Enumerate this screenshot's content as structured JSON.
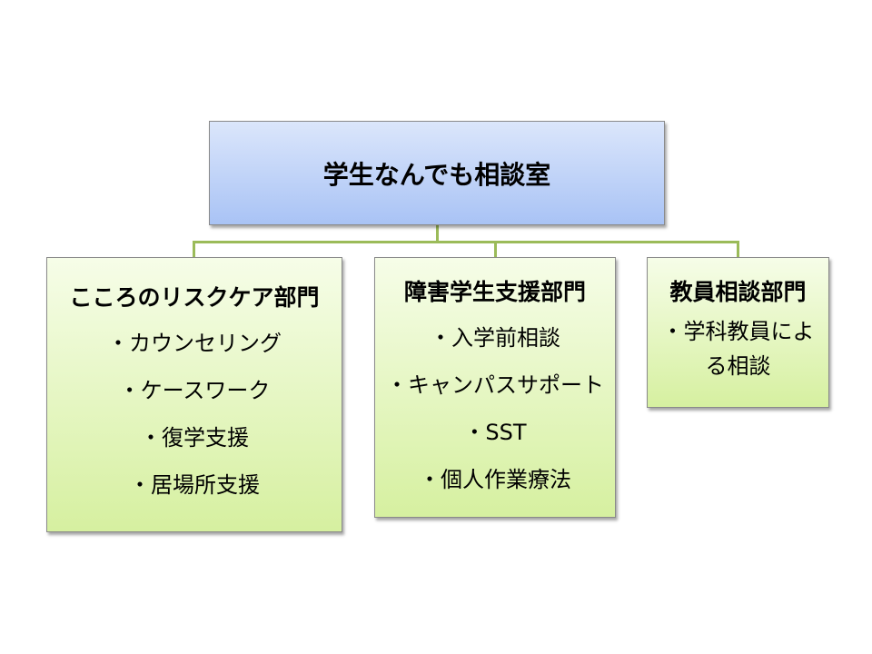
{
  "root": {
    "label": "学生なんでも相談室"
  },
  "departments": [
    {
      "title": "こころのリスクケア部門",
      "items": [
        "・カウンセリング",
        "・ケースワーク",
        "・復学支援",
        "・居場所支援"
      ]
    },
    {
      "title": "障害学生支援部門",
      "items": [
        "・入学前相談",
        "・キャンパスサポート",
        "・SST",
        "・個人作業療法"
      ]
    },
    {
      "title": "教員相談部門",
      "items": [
        "・学科教員による相談"
      ]
    }
  ],
  "colors": {
    "root_fill": "#b9cff7",
    "dept_fill": "#e6f6c4",
    "connector": "#9bbb59"
  }
}
